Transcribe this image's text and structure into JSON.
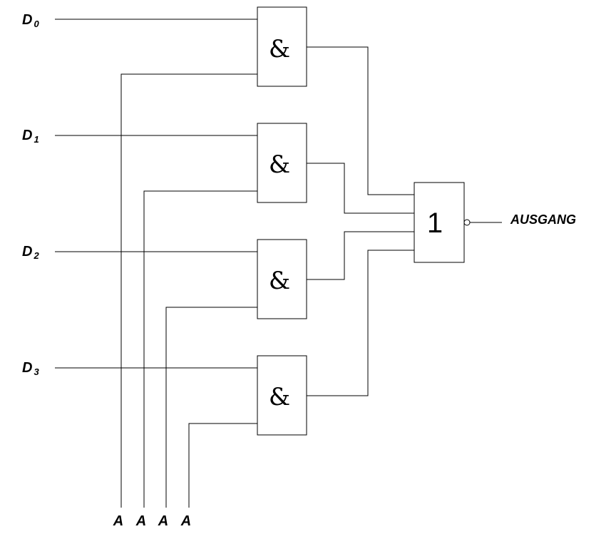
{
  "inputs": [
    {
      "letter": "D",
      "index": "0"
    },
    {
      "letter": "D",
      "index": "1"
    },
    {
      "letter": "D",
      "index": "2"
    },
    {
      "letter": "D",
      "index": "3"
    }
  ],
  "address_labels": [
    "A",
    "A",
    "A",
    "A"
  ],
  "and_symbol": "&",
  "or_symbol": "1",
  "output_label": "AUSGANG"
}
